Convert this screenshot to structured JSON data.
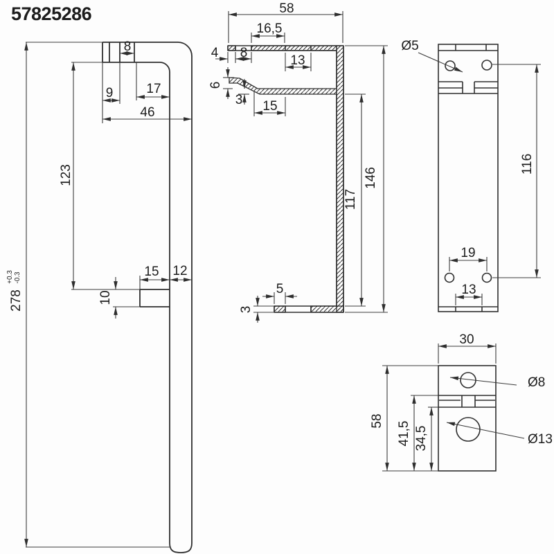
{
  "title": "57825286",
  "drawing_type": "technical drawing, 4 views, black lines on white",
  "accent_color": "#2e2e2e",
  "views": {
    "side": {
      "label": "side view of sliding bar",
      "d278": "278",
      "tol_p": "+0.3",
      "tol_m": "-0.3",
      "d123": "123",
      "d46": "46",
      "d17": "17",
      "d9": "9",
      "d8": "8",
      "d15": "15",
      "d12": "12",
      "d10": "10"
    },
    "section": {
      "label": "sectioned C-profile view",
      "d58": "58",
      "d165": "16,5",
      "d13": "13",
      "d4": "4",
      "d8": "8",
      "d6": "6",
      "d3a": "3",
      "d15": "15",
      "d117": "117",
      "d146": "146",
      "d5": "5",
      "d3b": "3"
    },
    "front": {
      "label": "front view of mounting plate",
      "dia5": "Ø5",
      "d116": "116",
      "d19": "19",
      "d13": "13"
    },
    "plate": {
      "label": "detail view of lower plate",
      "d30": "30",
      "d58": "58",
      "d415": "41,5",
      "d345": "34,5",
      "dia8": "Ø8",
      "dia13": "Ø13"
    }
  }
}
